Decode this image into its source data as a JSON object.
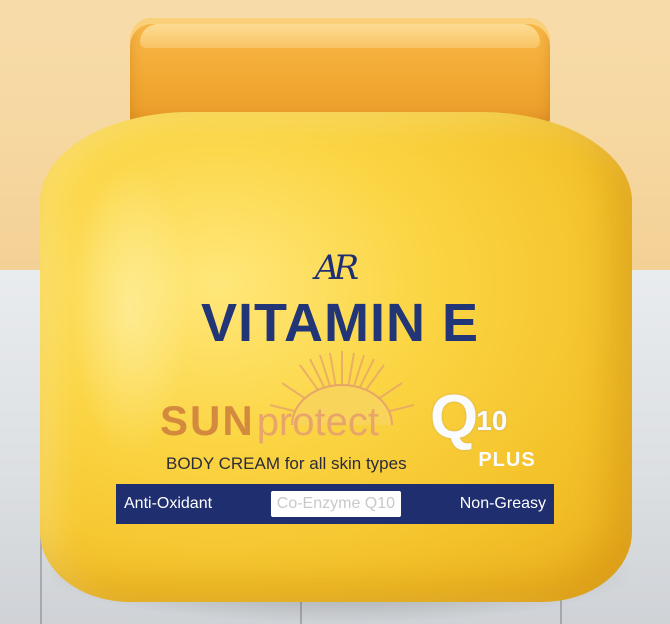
{
  "label": {
    "brand_logo": "AR",
    "product_name": "VITAMIN E",
    "sun_text": "SUN",
    "protect_text": "protect",
    "q_letter": "Q",
    "q_number": "10",
    "plus_text": "PLUS",
    "subtitle": "BODY CREAM for all skin types",
    "features": [
      "Anti-Oxidant",
      "Co-Enzyme Q10",
      "Non-Greasy"
    ]
  },
  "colors": {
    "jar_yellow": "#f4c22a",
    "lid_orange": "#f3a934",
    "navy": "#223576",
    "sun_orange": "#d48a3e"
  }
}
